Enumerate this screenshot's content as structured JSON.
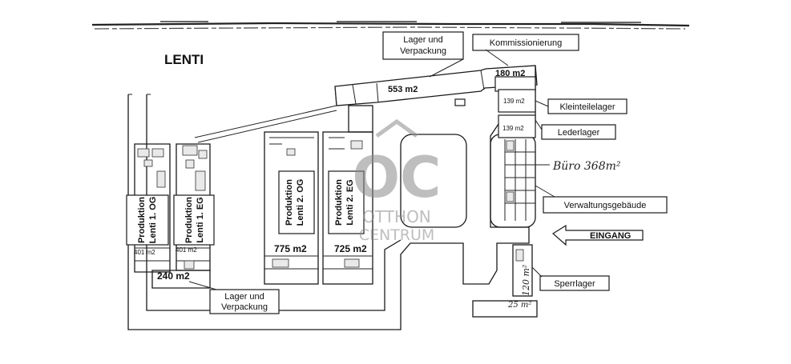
{
  "title": "LENTI",
  "labels": {
    "lager_top": [
      "Lager und",
      "Verpackung"
    ],
    "kommissionierung": "Kommissionierung",
    "kleinteilelager": "Kleinteilelager",
    "lederlager": "Lederlager",
    "buero": "Büro 368m²",
    "verwaltung": "Verwaltungsgebäude",
    "eingang": "EINGANG",
    "sperrlager": "Sperrlager",
    "lager_bottom": [
      "Lager und",
      "Verpackung"
    ]
  },
  "areas": {
    "a553": "553 m2",
    "a180": "180 m2",
    "a139a": "139 m2",
    "a139b": "139 m2",
    "a401a": "401 m2",
    "a401b": "401 m2",
    "a240": "240 m2",
    "a775": "775 m2",
    "a725": "725 m2",
    "a120": "120 m²",
    "a25": "25 m²"
  },
  "rooms": {
    "prod1og": [
      "Produktion",
      "Lenti 1. OG"
    ],
    "prod1eg": [
      "Produktion",
      "Lenti 1. EG"
    ],
    "prod2og": [
      "Produktion",
      "Lenti 2. OG"
    ],
    "prod2eg": [
      "Produktion",
      "Lenti 2. EG"
    ]
  },
  "watermark": {
    "logo": "OC",
    "line1": "OTTHON",
    "line2": "CENTRUM"
  }
}
